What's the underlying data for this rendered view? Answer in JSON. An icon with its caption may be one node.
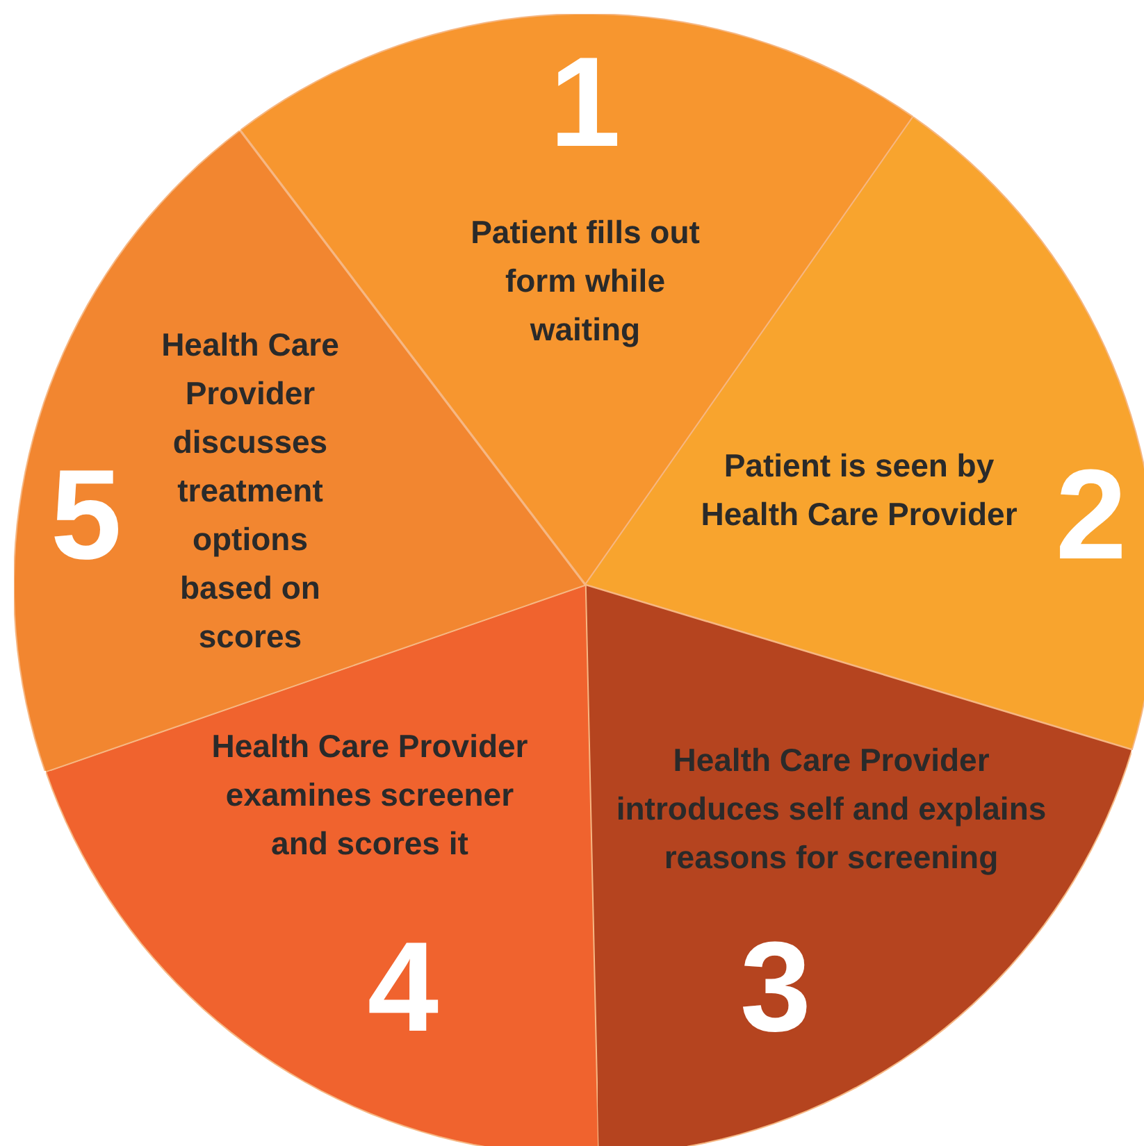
{
  "diagram": {
    "nodes": [
      {
        "text": [
          "1",
          "Patient fills out form while waiting"
        ]
      },
      {
        "text": [
          "Patient is seen by Health Care Provider",
          "2"
        ]
      },
      {
        "text": [
          "Health Care Provider introduces self and explains reasons for screening",
          "3"
        ]
      },
      {
        "text": [
          "Health Care Provider examines screener and scores it",
          "4"
        ]
      },
      {
        "text": [
          "5",
          "Health Care Provider discusses treatment options based on scores"
        ]
      }
    ]
  }
}
